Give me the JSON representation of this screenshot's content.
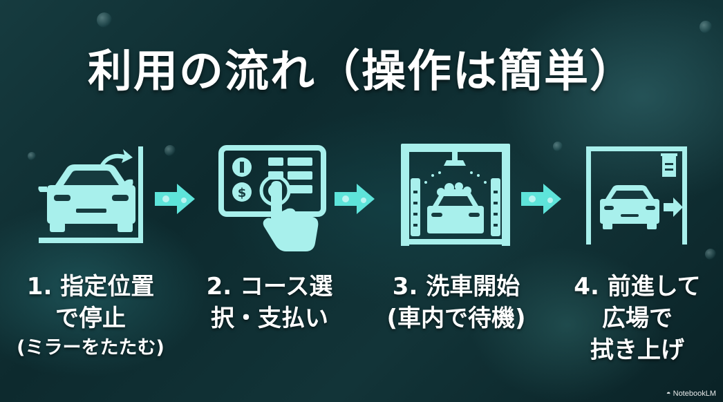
{
  "title": "利用の流れ（操作は簡単）",
  "steps": [
    {
      "line1": "1. 指定位置",
      "line2": "で停止",
      "line3": "(ミラーをたたむ)",
      "icon": "car-folding-mirror-icon"
    },
    {
      "line1": "2. コース選",
      "line2": "択・支払い",
      "icon": "payment-panel-icon"
    },
    {
      "line1": "3. 洗車開始",
      "line2": "(車内で待機)",
      "icon": "car-wash-gantry-icon"
    },
    {
      "line1": "4. 前進して",
      "line2": "広場で",
      "line3": "拭き上げ",
      "icon": "car-exit-towel-icon"
    }
  ],
  "watermark": "NotebookLM",
  "colors": {
    "accent": "#a8f0ec",
    "arrow": "#5ee4da",
    "text": "#ffffff"
  }
}
